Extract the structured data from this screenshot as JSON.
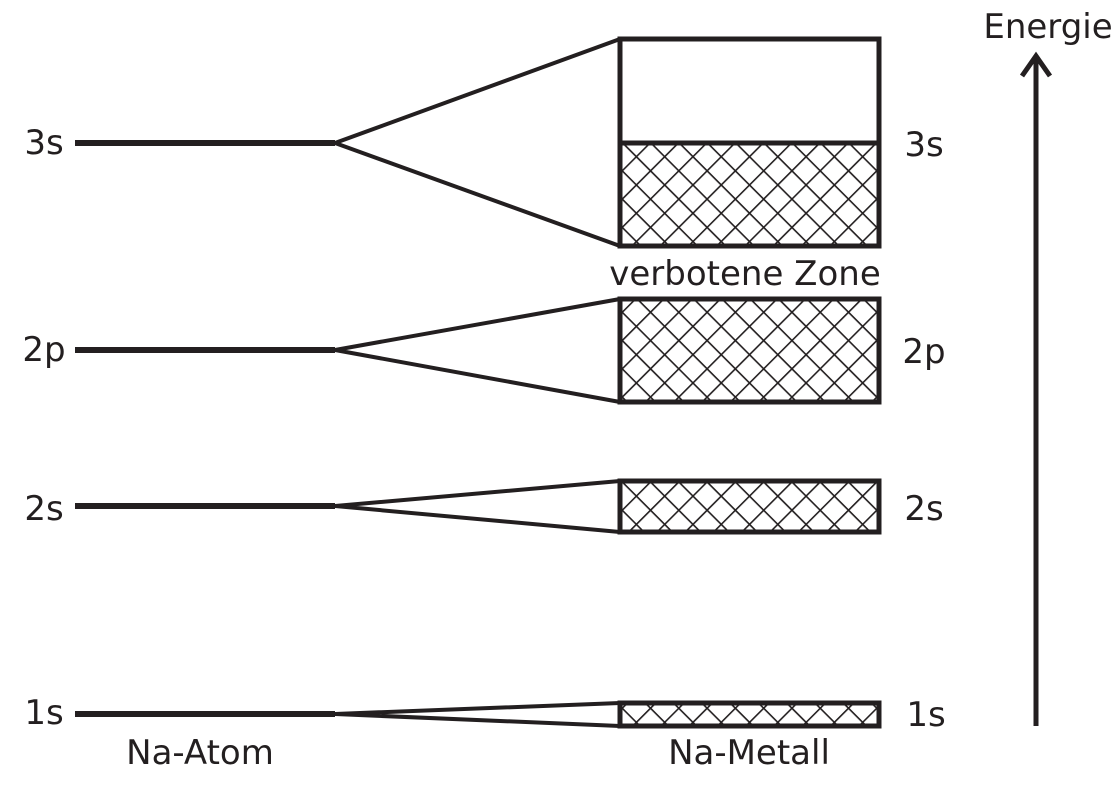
{
  "axis": {
    "label": "Energie"
  },
  "atom_levels": [
    "3s",
    "2p",
    "2s",
    "1s"
  ],
  "metal_bands": [
    "3s",
    "2p",
    "2s",
    "1s"
  ],
  "gap_label": "verbotene Zone",
  "atom_caption": "Na-Atom",
  "metal_caption": "Na-Metall",
  "colors": {
    "ink": "#231f20",
    "background": "#ffffff"
  }
}
